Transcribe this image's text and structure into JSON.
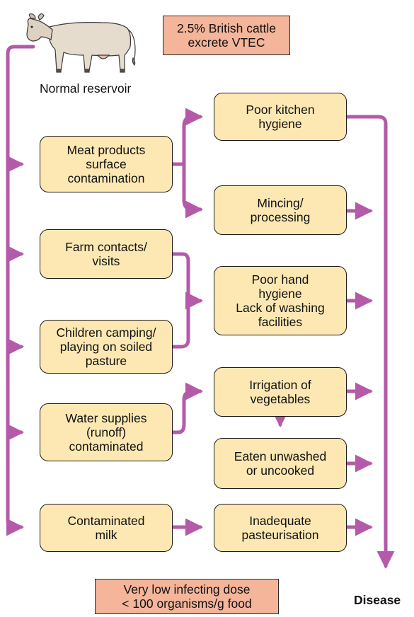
{
  "diagram": {
    "reservoir_label": "Normal reservoir",
    "prevalence_note": "2.5% British cattle\nexcrete VTEC",
    "dose_note": "Very low infecting dose\n< 100 organisms/g food",
    "outcome_label": "Disease",
    "sources": [
      {
        "id": "meat",
        "label": "Meat products\nsurface\ncontamination"
      },
      {
        "id": "farm",
        "label": "Farm contacts/\nvisits"
      },
      {
        "id": "camping",
        "label": "Children camping/\nplaying on soiled\npasture"
      },
      {
        "id": "water",
        "label": "Water supplies\n(runoff)\ncontaminated"
      },
      {
        "id": "milk",
        "label": "Contaminated\nmilk"
      }
    ],
    "routes": [
      {
        "id": "kitchen",
        "label": "Poor kitchen\nhygiene"
      },
      {
        "id": "mincing",
        "label": "Mincing/\nprocessing"
      },
      {
        "id": "handhygiene",
        "label": "Poor hand\nhygiene\nLack of washing\nfacilities"
      },
      {
        "id": "irrigation",
        "label": "Irrigation of\nvegetables"
      },
      {
        "id": "unwashed",
        "label": "Eaten unwashed\nor uncooked"
      },
      {
        "id": "pasteurisation",
        "label": "Inadequate\npasteurisation"
      }
    ],
    "colors": {
      "arrow": "#b45aa8",
      "box_fill": "#fde8b3",
      "note_fill": "#f4b59a",
      "outline": "#1a1a1a"
    },
    "icons": [
      "cow-icon"
    ]
  }
}
